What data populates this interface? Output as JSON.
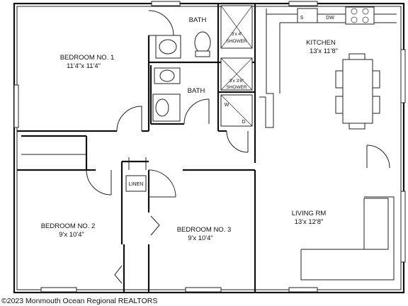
{
  "rooms": {
    "bedroom1": {
      "name": "BEDROOM NO. 1",
      "dims": "11'4\"x 11'4\""
    },
    "bedroom2": {
      "name": "BEDROOM NO. 2",
      "dims": "9'x 10'4\""
    },
    "bedroom3": {
      "name": "BEDROOM NO. 3",
      "dims": "9'x 10'4\""
    },
    "kitchen": {
      "name": "KITCHEN",
      "dims": "13'x 11'8\""
    },
    "living": {
      "name": "LIVING RM",
      "dims": "13'x 12'8\""
    },
    "bath_top": {
      "name": "BATH"
    },
    "bath_mid": {
      "name": "BATH"
    },
    "linen": {
      "name": "LINEN"
    }
  },
  "fixtures": {
    "shower1": {
      "dims": "3'x 4'",
      "name": "SHOWER"
    },
    "shower2": {
      "dims": "3'x 3'6\"",
      "name": "SHOWER"
    },
    "washer": "W",
    "dryer": "D",
    "sink": "S",
    "dishwasher": "DW"
  },
  "copyright": "©2023 Monmouth Ocean Regional REALTORS"
}
